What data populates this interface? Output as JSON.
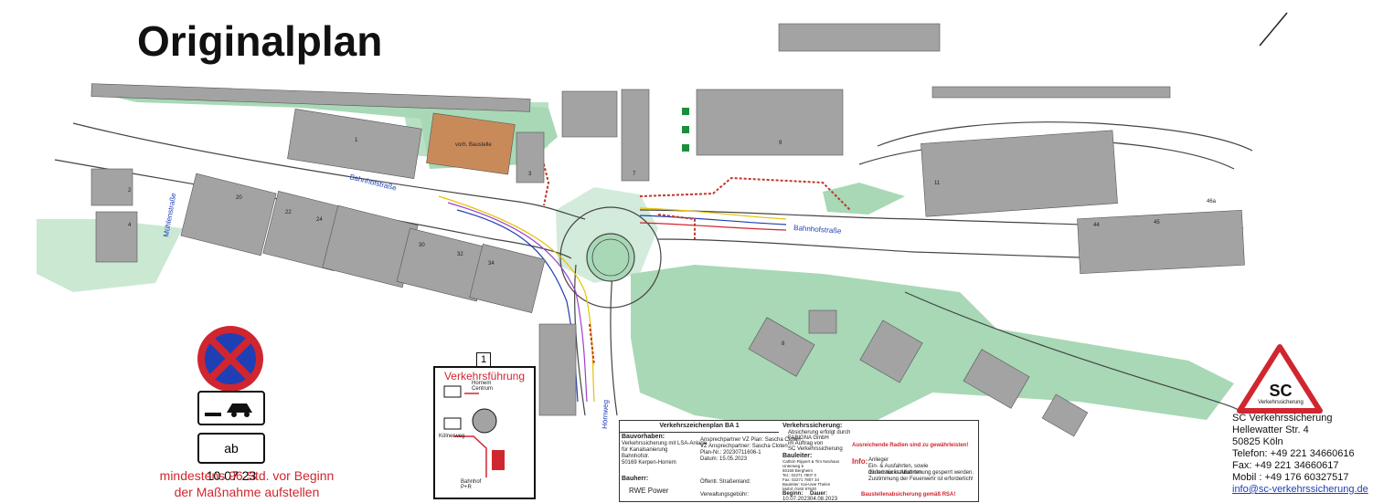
{
  "title": "Originalplan",
  "colors": {
    "building": "#a3a3a3",
    "green": "#a8d8b6",
    "construction": "#c98a5a",
    "road_line": "#444444",
    "sign_red": "#d0262f",
    "sign_blue": "#1f3fb5"
  },
  "streets": {
    "bahnhofstrasse_west": "Bahnhofstraße",
    "bahnhofstrasse_east": "Bahnhofstraße",
    "muehlenstrasse": "Mühlenstraße",
    "hoernweg": "Hörnweg"
  },
  "building_numbers": [
    "1",
    "2",
    "3",
    "4",
    "7",
    "8",
    "9",
    "11",
    "20",
    "22",
    "24",
    "30",
    "32",
    "34",
    "44",
    "45",
    "46a"
  ],
  "construction_label": "vorh. Baustelle",
  "sign": {
    "date_plate": "ab 10.07.23",
    "warning_line1": "mindestens 96 Std. vor Beginn",
    "warning_line2": "der Maßnahme aufstellen"
  },
  "inset": {
    "number": "1",
    "title": "Verkehrsführung",
    "label_center": "Hornem Centrum",
    "label_west": "Kölnerweg",
    "label_station": "Bahnhof P+R"
  },
  "legend": {
    "plan_title": "Verkehrszeichenplan BA 1",
    "bauvorhaben_label": "Bauvorhaben:",
    "bauvorhaben_lines": [
      "Verkehrssicherung mit LSA-Anlage",
      "für Kanalsanierung",
      "Bahnhofstr.",
      "50169 Kerpen-Horrem"
    ],
    "bauherr_label": "Bauherr:",
    "bauherr": "RWE Power",
    "oeffentlich": "Öffentl. Straßenland:",
    "verwaltungsgebuehr": "Verwaltungsgebühr:",
    "ansprech": "Ansprechpartner VZ Plan: Sascha Cloten",
    "vz_ansprech": "VZ Ansprechpartner: Sascha Cloten",
    "plan_nr": "Plan-Nr.: 20230711606-1",
    "datum": "Datum: 15.05.2023",
    "verkehrssicherung_label": "Verkehrssicherung:",
    "verkehrssicherung_lines": [
      "Absicherung erfolgt durch",
      "FABIGNA GmbH",
      "im Auftrag von",
      "SC Verkehrssicherung"
    ],
    "bauleiter_label": "Bauleiter:",
    "bauleiter_lines": [
      "Cathrin Rippert & Tim Neuhaus",
      "Unterweg 5",
      "50169 Bergheim",
      "Tel.: 02271 7807 0",
      "Fax: 02271 7807 34",
      "Bauleiter: Kai-Uwe Thelen",
      "Mobil: 0160 97630"
    ],
    "beginn_label": "Beginn:",
    "beginn": "10.07.2023",
    "dauer_label": "Dauer:",
    "dauer": "04.08.2023",
    "radien_note": "Ausreichende Radien sind zu gewährleisten!",
    "info_label": "Info:",
    "info_lines": [
      "Anlieger",
      "Ein- & Ausfahrten, sowie Grundstückszufahrten",
      "dürfen nur in Abstimmung gesperrt werden.",
      "Zustimmung der Feuerwehr ist erforderlich!"
    ],
    "rsa_note": "Baustellenabsicherung gemäß RSA!"
  },
  "company": {
    "logo_text": "SC",
    "logo_sub": "Verkehrssicherung",
    "name": "SC Verkehrssicherung",
    "street": "Hellewatter Str. 4",
    "city": "50825 Köln",
    "phone": "Telefon: +49 221 34660616",
    "fax": "Fax:      +49 221 34660617",
    "mobile": "Mobil   : +49 176 60327517",
    "email": "info@sc-verkehrssicherung.de"
  }
}
